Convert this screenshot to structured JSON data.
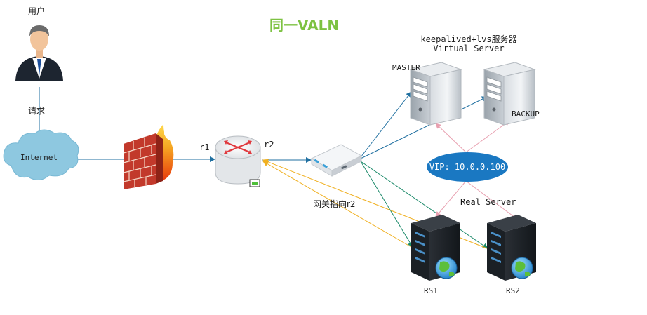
{
  "diagram": {
    "user_label": "用户",
    "request_label": "请求",
    "internet_label": "Internet",
    "r1_label": "r1",
    "r2_label": "r2",
    "vlan_title": "同一VALN",
    "lvs_title_line1": "keepalived+lvs服务器",
    "lvs_title_line2": "Virtual Server",
    "master_label": "MASTER",
    "backup_label": "BACKUP",
    "vip_label": "VIP: 10.0.0.100",
    "real_server_label": "Real Server",
    "gateway_label": "网关指向r2",
    "rs1_label": "RS1",
    "rs2_label": "RS2"
  },
  "colors": {
    "vlan_border": "#6fa8b8",
    "vlan_title": "#7dc242",
    "blue_link": "#1f6fa0",
    "teal_link": "#1c8a6a",
    "orange_link": "#f0b020",
    "pink_link": "#e8a0b0",
    "vip_fill": "#1a78c2",
    "cloud_fill": "#8ec8e0"
  }
}
